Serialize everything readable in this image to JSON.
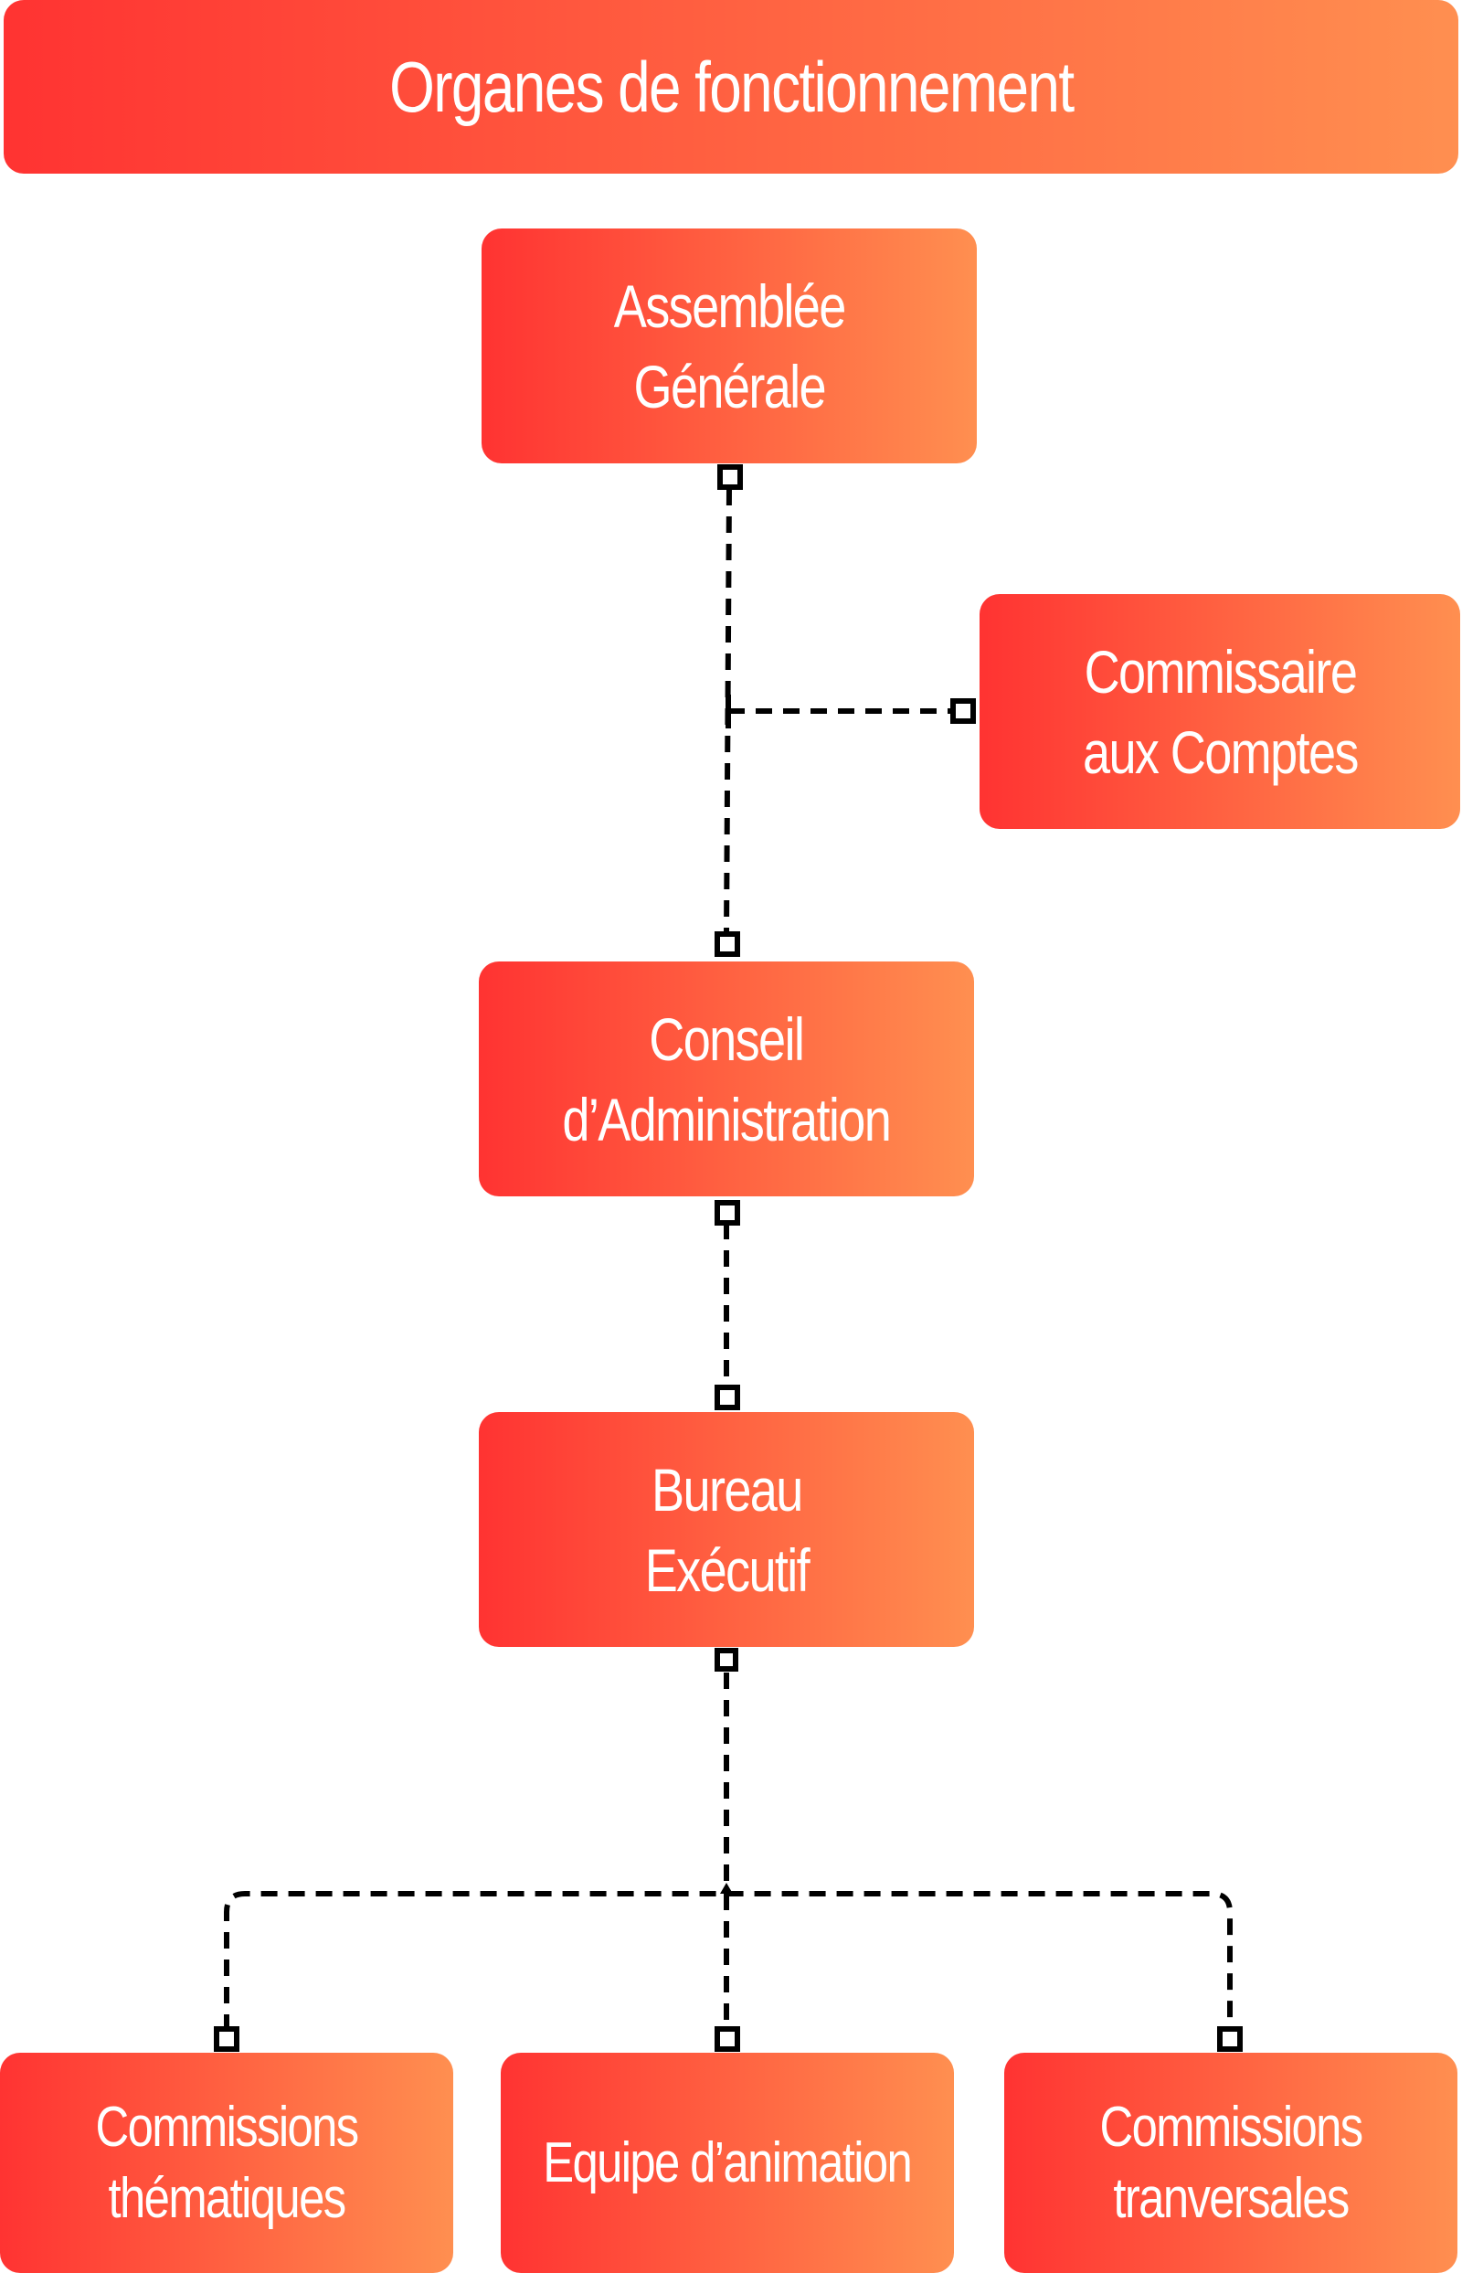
{
  "title": "Organes de fonctionnement",
  "nodes": {
    "assemblee": "Assemblée\nGénérale",
    "commissaire": "Commissaire\naux Comptes",
    "conseil": "Conseil\nd’Administration",
    "bureau": "Bureau\nExécutif",
    "commissions_thematiques": "Commissions\nthématiques",
    "equipe": "Equipe d’animation",
    "commissions_transversales": "Commissions\ntranversales"
  },
  "colors": {
    "gradient_start": "#ff3332",
    "gradient_end": "#ff8f50",
    "connector": "#000000",
    "text": "#ffffff"
  }
}
